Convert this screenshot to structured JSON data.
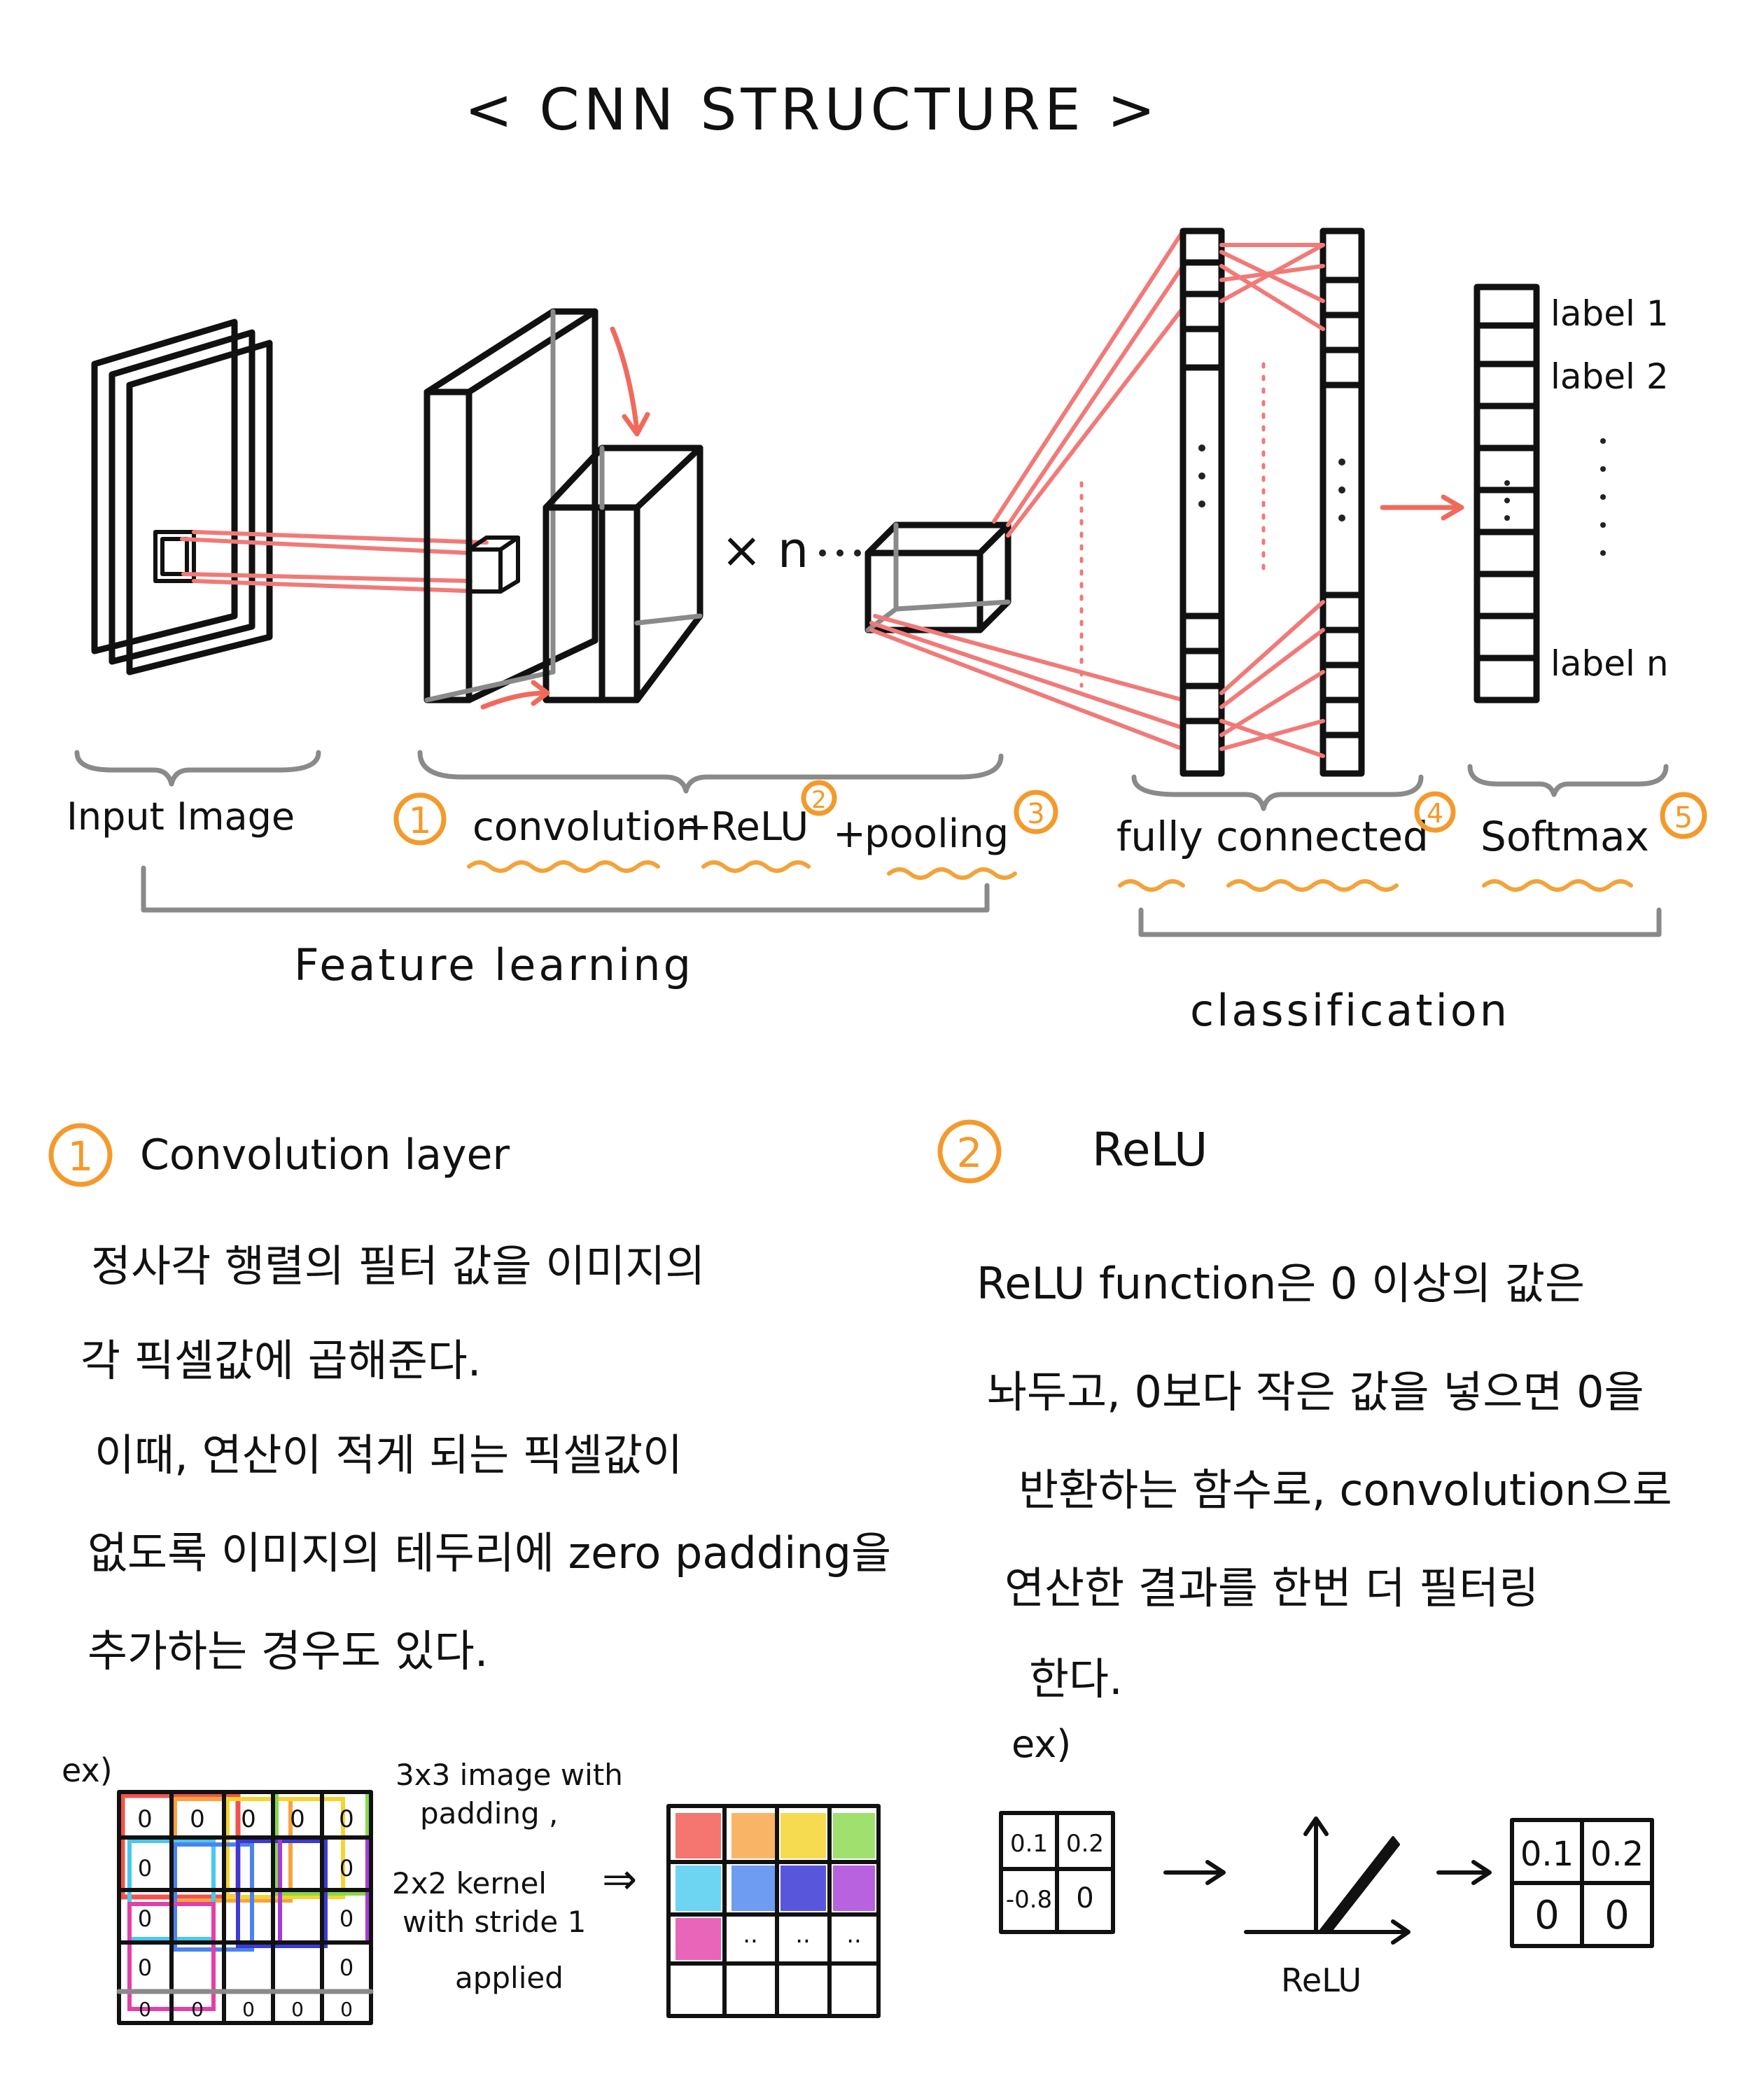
{
  "title": "< CNN STRUCTURE >",
  "stages": {
    "input": "Input Image",
    "conv": "convolution",
    "plus1": "+",
    "relu": "ReLU",
    "plus2": "+",
    "pooling": "pooling",
    "fc": "fully connected",
    "softmax": "Softmax"
  },
  "stage_numbers": [
    "1",
    "2",
    "3",
    "4",
    "5"
  ],
  "repeat": "× n",
  "groups": {
    "feature": "Feature learning",
    "classification": "classification"
  },
  "labels": [
    "label 1",
    "label 2",
    "label n"
  ],
  "section1": {
    "num": "1",
    "heading": "Convolution layer",
    "lines": [
      "정사각 행렬의 필터 값을 이미지의",
      "각 픽셀값에 곱해준다.",
      "이때, 연산이 적게 되는 픽셀값이",
      "없도록 이미지의 테두리에 zero padding을",
      "추가하는 경우도 있다."
    ],
    "ex": "ex)",
    "caption": [
      "3x3 image with",
      "padding ,",
      "2x2 kernel",
      "with stride 1",
      "applied"
    ],
    "arrow": "⇒",
    "pad_top": [
      "0",
      "0",
      "0",
      "0",
      "0"
    ],
    "pad_bottom": [
      "0",
      "0",
      "0",
      "0",
      "0"
    ],
    "pad_left": [
      "0",
      "0",
      "0",
      "0"
    ],
    "pad_right": [
      "0",
      "0",
      "0",
      "0"
    ],
    "out_dots": [
      "..",
      "..",
      ".."
    ]
  },
  "section2": {
    "num": "2",
    "heading": "ReLU",
    "lines": [
      "ReLU function은 0 이상의 값은",
      "놔두고, 0보다 작은 값을 넣으면 0을",
      "반환하는 함수로, convolution으로",
      "연산한 결과를 한번 더 필터링",
      "한다."
    ],
    "ex": "ex)",
    "matrix_in": [
      "0.1",
      "0.2",
      "-0.8",
      "0"
    ],
    "matrix_out": [
      "0.1",
      "0.2",
      "0",
      "0"
    ],
    "func_label": "ReLU"
  },
  "colors": {
    "ink": "#111111",
    "accent_red": "#f07a78",
    "accent_orange": "#f39a2d",
    "fill_red": "#f2524c",
    "fill_orange": "#f7a33e",
    "fill_yellow": "#f5d431",
    "fill_green": "#88d84a",
    "fill_cyan": "#49c9ef",
    "fill_blue": "#4a83f0",
    "fill_indigo": "#3b3ad6",
    "fill_purple": "#a63bd8",
    "fill_magenta": "#e23fa8"
  }
}
